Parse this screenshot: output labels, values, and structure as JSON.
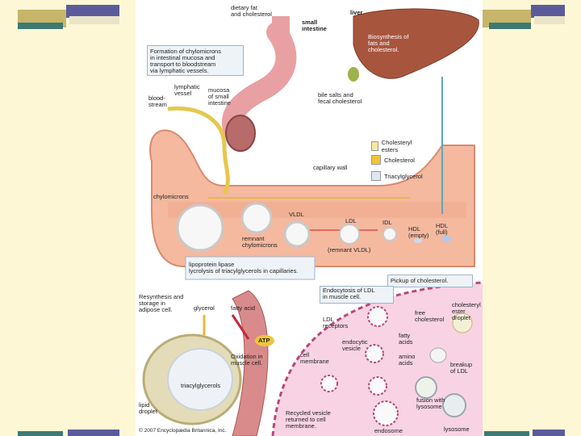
{
  "colors": {
    "background": "#fdf7d6",
    "accent_blue": "#5b5b9c",
    "accent_teal": "#3d7a73",
    "accent_gold": "#c7b56a",
    "vessel": "#f0a88a",
    "liver": "#a8553e"
  },
  "labels": {
    "dietary_fat": "dietary fat\nand cholesterol",
    "small_intestine": "small\nintestine",
    "liver": "liver",
    "biosynthesis": "Biosynthesis of\nfats and\ncholesterol.",
    "formation": "Formation of chylomicrons\nin intestinal mucosa and\ntransport to bloodstream\nvia lymphatic vessels.",
    "lymphatic_vessel": "lymphatic\nvessel",
    "mucosa": "mucosa\nof small\nintestine",
    "bloodstream": "blood-\nstream",
    "bile_salts": "bile salts and\nfecal cholesterol",
    "capillary_wall": "capillary wall",
    "chylomicrons": "chylomicrons",
    "vldl": "VLDL",
    "ldl": "LDL",
    "idl": "IDL",
    "hdl_empty": "HDL\n(empty)",
    "hdl_full": "HDL\n(full)",
    "remnant_chylomicrons": "remnant\nchylomicrons",
    "remnant_vldl": "(remnant VLDL)",
    "lipoprotein_lipase": "lipoprotein lipase\nlycrolysis of triacylglycerols in capillaries.",
    "pickup": "Pickup of cholesterol.",
    "endocytosis": "Endocytosis of LDL\nin muscle cell.",
    "resynthesis": "Resynthesis and\nstorage in\nadipose cell.",
    "glycerol": "glycerol",
    "fatty_acid": "fatty acid",
    "atp": "ATP",
    "oxidation": "Oxidation in\nmuscle cell.",
    "triacylglycerols": "triacylglycerols",
    "lipid_droplet": "lipid\ndroplet",
    "ldl_receptors": "LDL\nreceptors",
    "endocytic_vesicle": "endocytic\nvesicle",
    "cell_membrane": "cell\nmembrane",
    "free_cholesterol": "free\ncholesterol",
    "fatty_acids": "fatty\nacids",
    "amino_acids": "amino\nacids",
    "cholesteryl_ester_droplet": "cholesteryl\nester\ndroplet",
    "breakup_ldl": "breakup\nof LDL",
    "fusion_lysosome": "fusion with\nlysosome",
    "recycled_vesicle": "Recycled vesicle\nreturned to cell\nmembrane.",
    "endosome": "endosome",
    "lysosome": "lysosome",
    "copyright": "© 2007 Encyclopædia Britannica, Inc."
  },
  "legend": [
    {
      "label": "Cholesteryl esters",
      "icon": "cholesteryl-ester-icon"
    },
    {
      "label": "Cholesterol",
      "icon": "cholesterol-icon"
    },
    {
      "label": "Triacylglycerol",
      "icon": "triacylglycerol-icon"
    }
  ]
}
